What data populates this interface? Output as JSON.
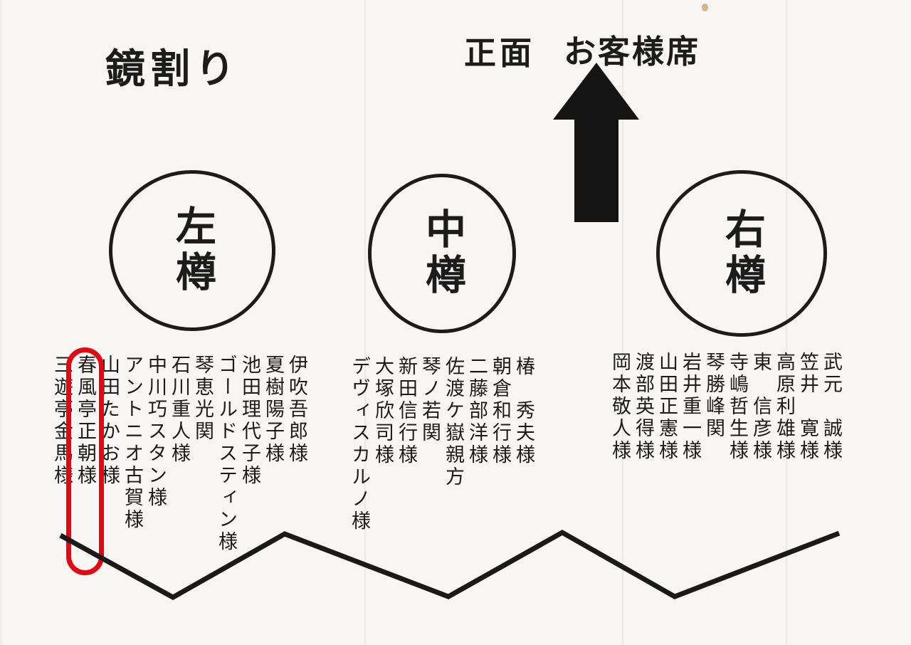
{
  "title": "鏡割り",
  "stage_header": {
    "front_label": "正面",
    "audience_label": "お客様席"
  },
  "icons": {
    "arrow": "up-arrow",
    "divider": "zigzag-line"
  },
  "colors": {
    "ink": "#1c1c1c",
    "paper": "#f7f6f3",
    "highlight_red": "#e30613"
  },
  "barrels": [
    {
      "id": "left",
      "label": "左樽",
      "highlighted_name": "春風亭正朝様",
      "names": [
        "伊吹吾郎様",
        "夏樹陽子様",
        "池田理代子様",
        "ゴールドスティン様",
        "琴恵光関",
        "石川重人様",
        "中川巧スタン様",
        "アントニオ古賀様",
        "山田たかお様",
        "春風亭正朝様",
        "三遊亭金馬様"
      ]
    },
    {
      "id": "center",
      "label": "中樽",
      "names": [
        "椿　秀夫様",
        "朝倉和行様",
        "二藤部洋様",
        "佐渡ケ嶽親方",
        "琴ノ若関",
        "新田信行様",
        "大塚欣司様",
        "デヴィスカルノ様"
      ]
    },
    {
      "id": "right",
      "label": "右樽",
      "names": [
        "武元　誠様",
        "笠井　寛様",
        "高原利雄様",
        "東　信彦様",
        "寺嶋哲生様",
        "琴勝峰関",
        "岩井重一様",
        "山田正憲様",
        "渡部英得様",
        "岡本敬人様"
      ]
    }
  ]
}
